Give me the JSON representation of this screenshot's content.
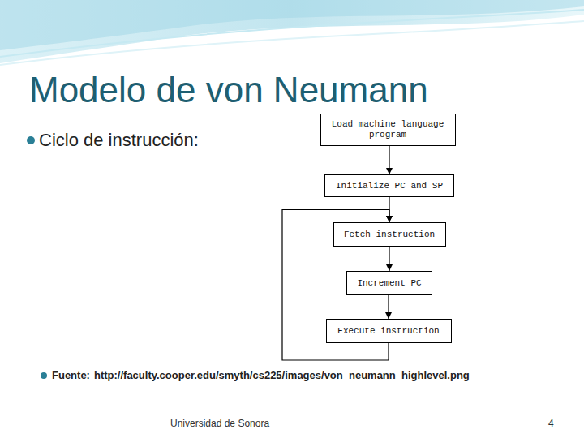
{
  "diagram": {
    "title": "Modelo de von Neumann",
    "nodes": [
      {
        "text": [
          "Load machine language program"
        ]
      },
      {
        "text": [
          "Initialize PC and SP"
        ]
      },
      {
        "text": [
          "Fetch instruction"
        ]
      },
      {
        "text": [
          "Increment PC"
        ]
      },
      {
        "text": [
          "Execute instruction"
        ]
      }
    ],
    "edges": [
      {
        "from": 0,
        "to": 1,
        "arrow": "to"
      },
      {
        "from": 1,
        "to": 2,
        "arrow": "to"
      },
      {
        "from": 2,
        "to": 3,
        "arrow": "to"
      },
      {
        "from": 3,
        "to": 4,
        "arrow": "to"
      },
      {
        "from": 4,
        "to": 2,
        "arrow": "to"
      }
    ],
    "labels": [
      "Ciclo de instrucción:",
      "Fuente:",
      "http://faculty.cooper.edu/smyth/cs225/images/von_neumann_highlevel.png",
      "Universidad de Sonora",
      "4"
    ]
  }
}
